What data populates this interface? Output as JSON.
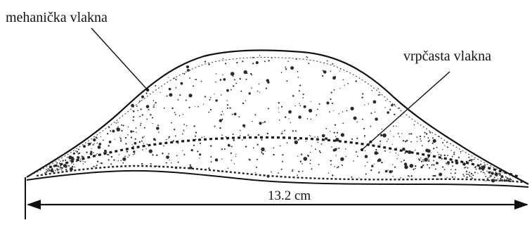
{
  "labels": {
    "mechanical_fibers": "mehanička vlakna",
    "ribbon_fibers": "vrpčasta vlakna"
  },
  "dimension": {
    "width_label": "13.2 cm"
  },
  "colors": {
    "ink": "#111111",
    "background": "#ffffff",
    "stipple": "#2a2a2a"
  }
}
